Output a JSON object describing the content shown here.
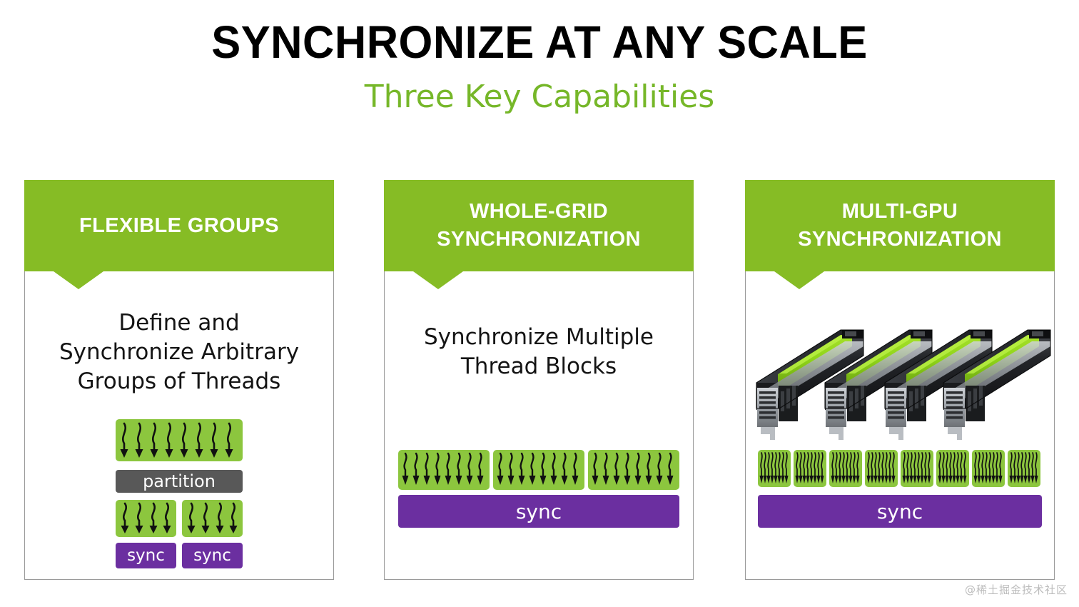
{
  "slide": {
    "title": "SYNCHRONIZE AT ANY SCALE",
    "subtitle": "Three Key Capabilities",
    "watermark": "@稀土掘金技术社区",
    "colors": {
      "header_green": "#86bc25",
      "subtitle_green": "#76b729",
      "thread_green": "#8cc63e",
      "sync_purple": "#6b2fa0",
      "partition_gray": "#585858",
      "card_border": "#9a9a9a",
      "background": "#ffffff",
      "title_black": "#000000"
    }
  },
  "cards": [
    {
      "id": "flexible-groups",
      "header": "FLEXIBLE GROUPS",
      "caption": "Define and\nSynchronize Arbitrary\nGroups of Threads",
      "diagram": {
        "type": "partitioned-threads",
        "top_block_threads": 8,
        "partition_label": "partition",
        "sub_blocks": [
          {
            "threads": 4,
            "sync_label": "sync"
          },
          {
            "threads": 4,
            "sync_label": "sync"
          }
        ]
      }
    },
    {
      "id": "whole-grid-synchronization",
      "header": "WHOLE-GRID\nSYNCHRONIZATION",
      "caption": "Synchronize Multiple\nThread Blocks",
      "diagram": {
        "type": "grid-threads",
        "blocks": 3,
        "threads_per_block": 8,
        "sync_label": "sync"
      }
    },
    {
      "id": "multi-gpu-synchronization",
      "header": "MULTI-GPU\nSYNCHRONIZATION",
      "caption": "",
      "diagram": {
        "type": "multi-gpu-threads",
        "gpu_count": 4,
        "blocks": 8,
        "threads_per_block": 9,
        "sync_label": "sync"
      }
    }
  ]
}
